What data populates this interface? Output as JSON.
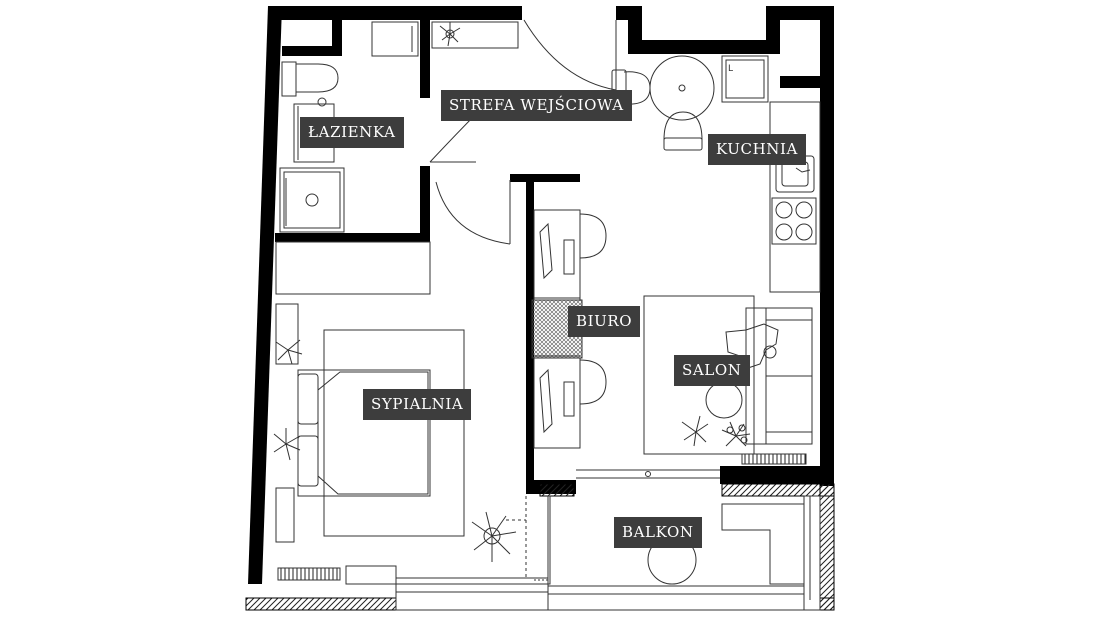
{
  "rooms": {
    "lazienka": "ŁAZIENKA",
    "strefa_wejsciowa": "STREFA WEJŚCIOWA",
    "kuchnia": "KUCHNIA",
    "biuro": "BIURO",
    "salon": "SALON",
    "sypialnia": "SYPIALNIA",
    "balkon": "BALKON"
  },
  "fridge_mark": "L",
  "colors": {
    "wall": "#000000",
    "line": "#333333",
    "label_bg": "#3d3d3d",
    "label_text": "#ffffff",
    "background": "#ffffff"
  },
  "icons": [
    "door-swing-icon",
    "plant-icon",
    "toilet-icon",
    "sink-icon",
    "shower-icon",
    "stove-icon",
    "fridge-icon",
    "chair-icon",
    "table-icon",
    "bed-icon",
    "sofa-icon",
    "desk-icon",
    "radiator-icon"
  ]
}
